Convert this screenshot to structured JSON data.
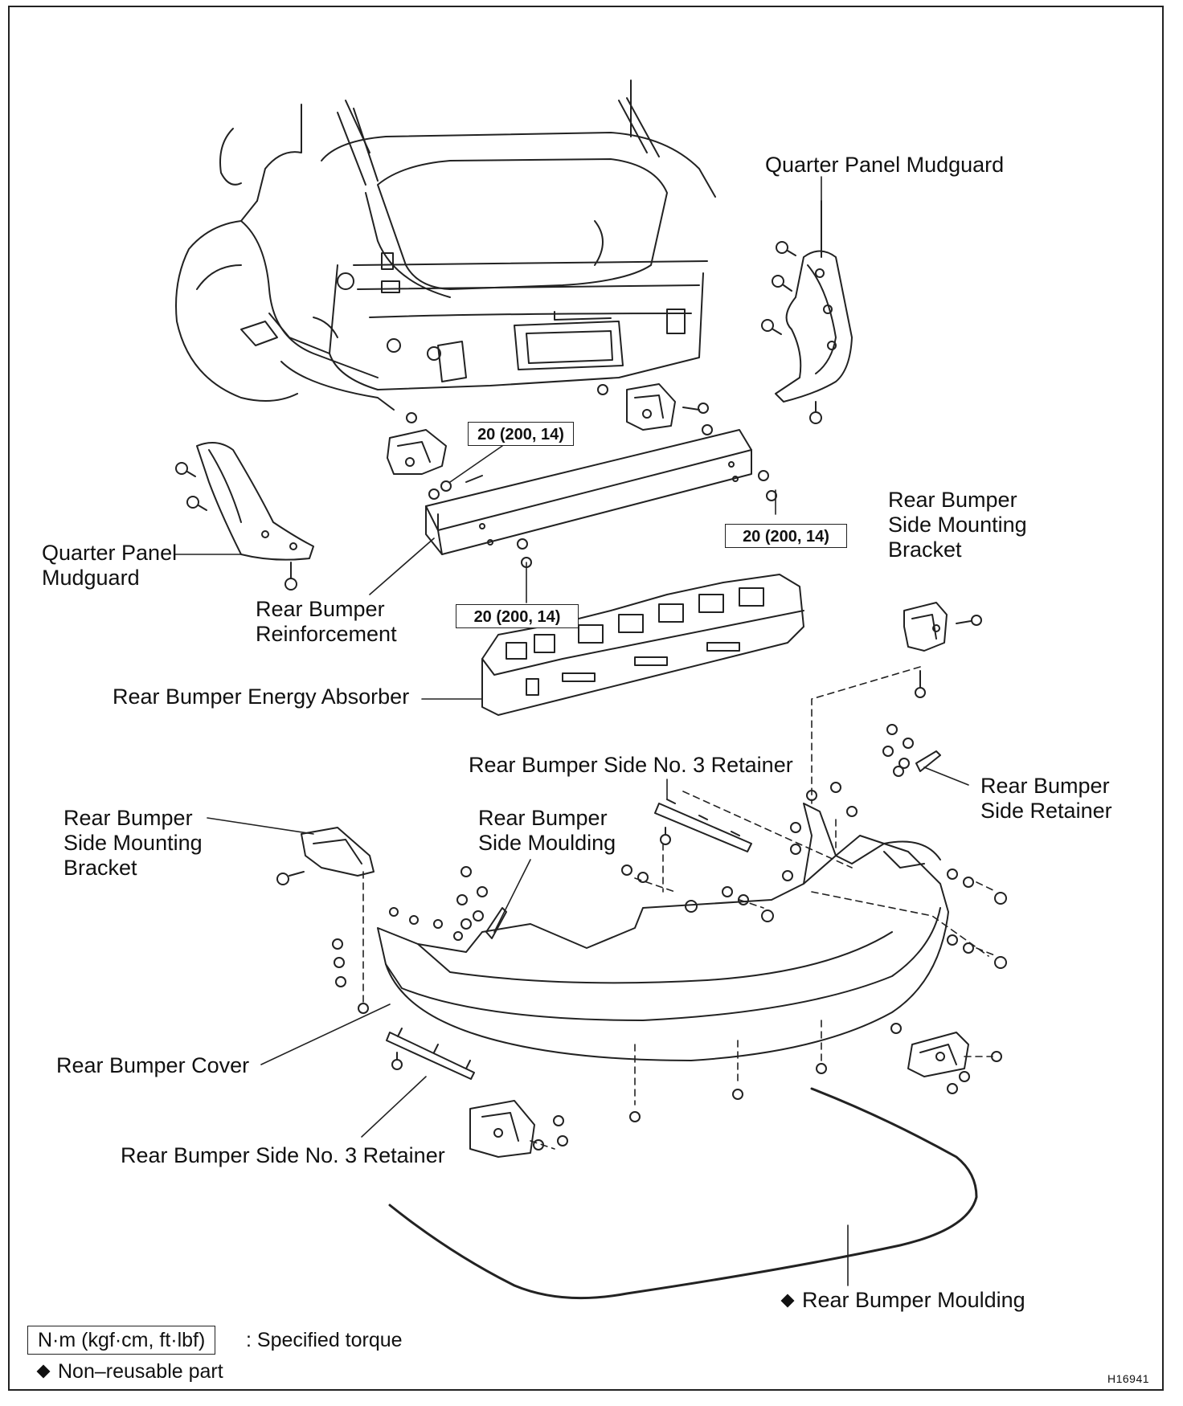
{
  "labels": {
    "quarter_panel_mudguard_right": "Quarter Panel Mudguard",
    "quarter_panel_mudguard_left_line1": "Quarter Panel",
    "quarter_panel_mudguard_left_line2": "Mudguard",
    "rear_bumper_reinforcement_line1": "Rear Bumper",
    "rear_bumper_reinforcement_line2": "Reinforcement",
    "rear_bumper_side_mounting_bracket_right_line1": "Rear Bumper",
    "rear_bumper_side_mounting_bracket_right_line2": "Side Mounting",
    "rear_bumper_side_mounting_bracket_right_line3": "Bracket",
    "rear_bumper_energy_absorber": "Rear Bumper Energy Absorber",
    "rear_bumper_side_no3_retainer_top": "Rear Bumper Side No. 3 Retainer",
    "rear_bumper_side_retainer_line1": "Rear Bumper",
    "rear_bumper_side_retainer_line2": "Side Retainer",
    "rear_bumper_side_mounting_bracket_left_line1": "Rear Bumper",
    "rear_bumper_side_mounting_bracket_left_line2": "Side Mounting",
    "rear_bumper_side_mounting_bracket_left_line3": "Bracket",
    "rear_bumper_side_moulding_line1": "Rear Bumper",
    "rear_bumper_side_moulding_line2": "Side Moulding",
    "rear_bumper_cover": "Rear Bumper Cover",
    "rear_bumper_side_no3_retainer_bottom": "Rear Bumper Side No. 3 Retainer",
    "rear_bumper_moulding": "Rear Bumper Moulding"
  },
  "torque": {
    "upper_left": "20 (200, 14)",
    "right": "20 (200, 14)",
    "lower": "20 (200, 14)"
  },
  "legend": {
    "torque_unit": "N·m (kgf·cm, ft·lbf)",
    "torque_desc": ": Specified torque",
    "nonreusable_desc": "Non–reusable part"
  },
  "figure_code": "H16941"
}
